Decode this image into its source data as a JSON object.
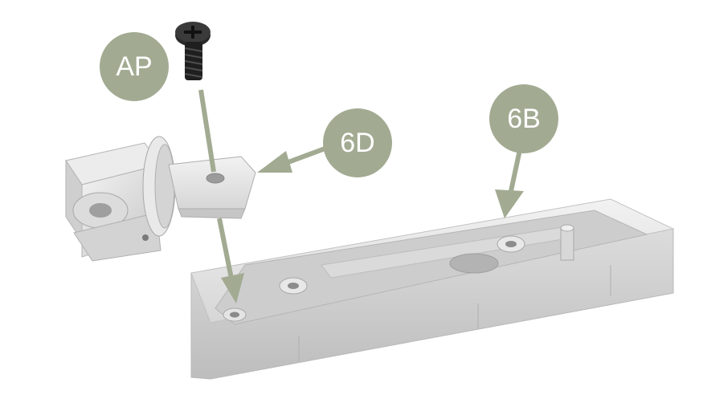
{
  "callouts": {
    "ap": "AP",
    "d6": "6D",
    "b6": "6B"
  },
  "colors": {
    "callout_fill": "#a2ab92",
    "arrow": "#a2ab92",
    "part_light": "#e6e6e6",
    "part_mid": "#cfcfcf",
    "part_dark": "#a9a9a9",
    "screw": "#1e1e1e"
  }
}
